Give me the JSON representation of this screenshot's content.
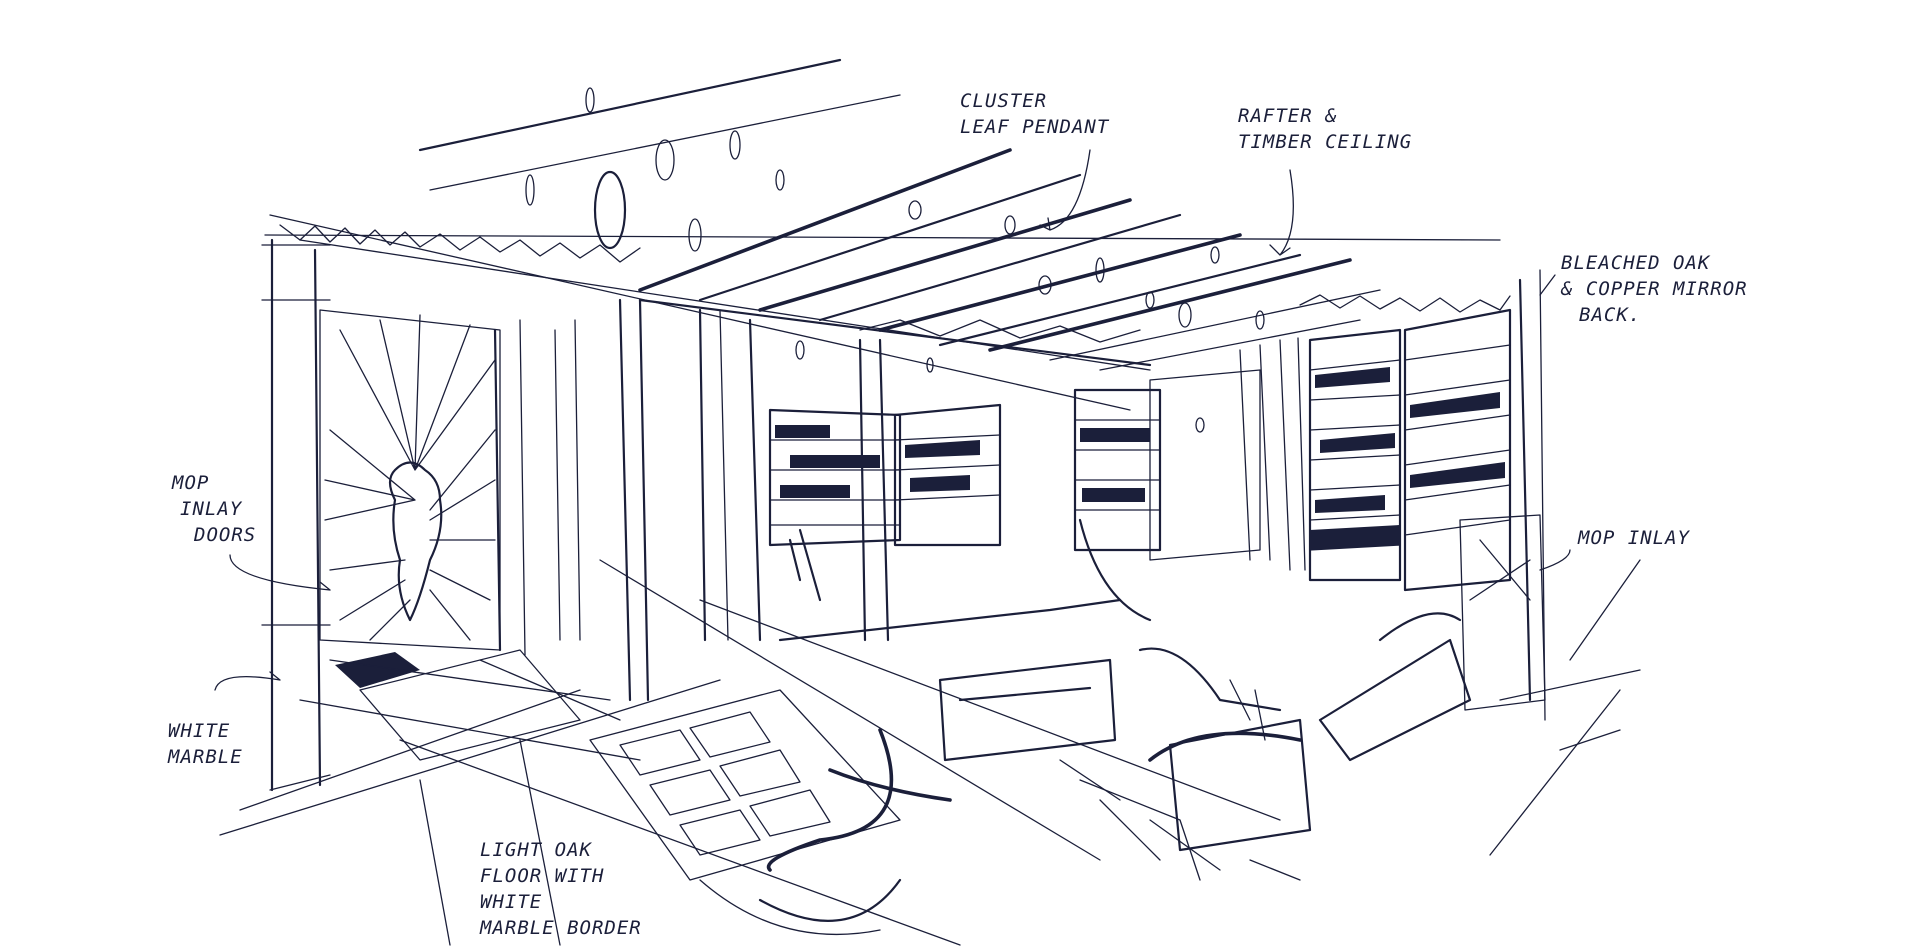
{
  "sketch": {
    "annotations": {
      "cluster_pendant": [
        "CLUSTER",
        "LEAF PENDANT"
      ],
      "rafter_ceiling": [
        "RAFTER &",
        "TIMBER CEILING"
      ],
      "bleached_oak": [
        "BLEACHED OAK",
        "& COPPER MIRROR",
        "BACK."
      ],
      "mop_inlay_doors": [
        "MOP",
        "INLAY",
        "DOORS"
      ],
      "mop_inlay": [
        "MOP INLAY"
      ],
      "white_marble": [
        "WHITE",
        "MARBLE"
      ],
      "light_oak_floor": [
        "LIGHT OAK",
        "FLOOR WITH",
        "WHITE",
        "MARBLE BORDER"
      ]
    },
    "ink_color": "#1b1f3a",
    "paper_color": "#ffffff"
  }
}
